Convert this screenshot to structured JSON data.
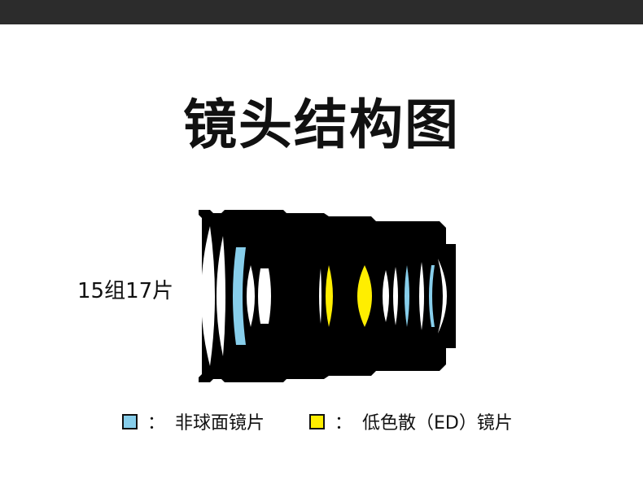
{
  "title": "镜头结构图",
  "group_label": "15组17片",
  "colors": {
    "aspheric": "#87ceeb",
    "ed": "#ffee00",
    "body": "#000000",
    "lens_clear": "#ffffff"
  },
  "legend": [
    {
      "key": "aspheric",
      "swatch_color": "#87ceeb",
      "separator": "：",
      "label": "非球面镜片"
    },
    {
      "key": "ed",
      "swatch_color": "#ffee00",
      "separator": "：",
      "label": "低色散（ED）镜片"
    }
  ]
}
